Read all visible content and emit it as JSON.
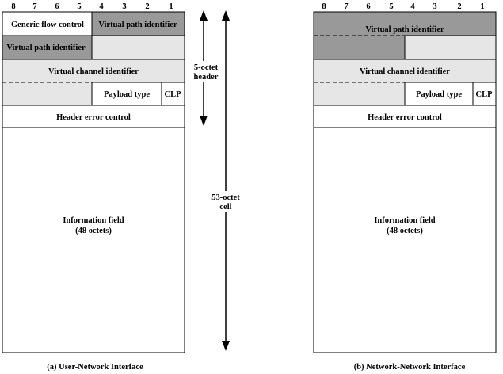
{
  "bit_numbers": [
    "8",
    "7",
    "6",
    "5",
    "4",
    "3",
    "2",
    "1"
  ],
  "uni": {
    "generic_flow_control": "Generic flow control",
    "vpi_top": "Virtual path identifier",
    "vpi_second": "Virtual path identifier",
    "vci": "Virtual channel identifier",
    "payload_type": "Payload type",
    "clp": "CLP",
    "hec": "Header error control",
    "info_line1": "Information field",
    "info_line2": "(48 octets)",
    "caption": "(a) User-Network Interface"
  },
  "nni": {
    "vpi": "Virtual path identifier",
    "vci": "Virtual channel identifier",
    "payload_type": "Payload type",
    "clp": "CLP",
    "hec": "Header error control",
    "info_line1": "Information field",
    "info_line2": "(48 octets)",
    "caption": "(b) Network-Network Interface"
  },
  "header_size": {
    "line1": "5-octet",
    "line2": "header"
  },
  "cell_size": {
    "line1": "53-octet",
    "line2": "cell"
  },
  "colors": {
    "vpi_shade": "#999999",
    "light_shade": "#e6e6e6",
    "white": "#ffffff",
    "border": "#000000"
  }
}
